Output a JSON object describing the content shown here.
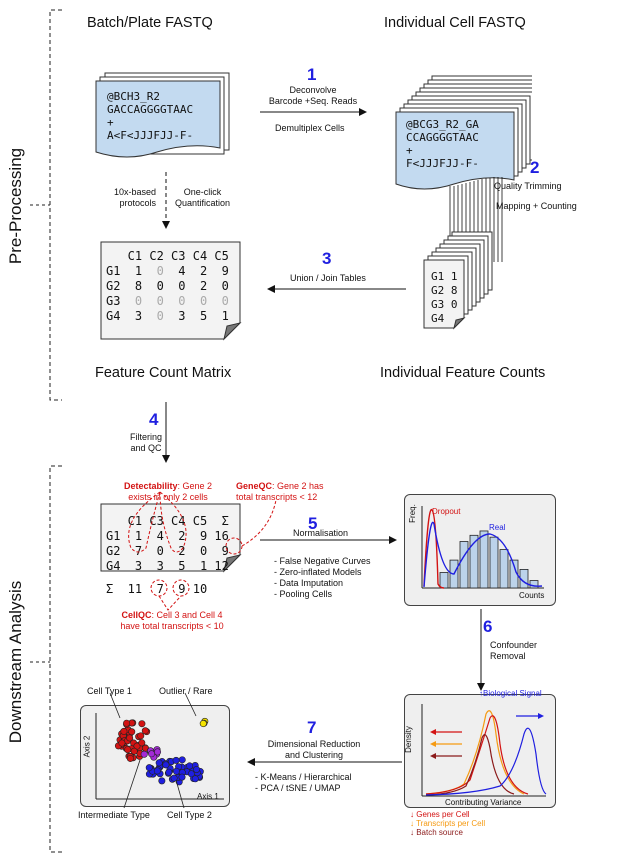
{
  "sections": {
    "preprocessing": "Pre-Processing",
    "downstream": "Downstream Analysis"
  },
  "titles": {
    "batch": "Batch/Plate FASTQ",
    "individual": "Individual Cell FASTQ",
    "feature_matrix": "Feature Count Matrix",
    "individual_counts": "Individual Feature Counts"
  },
  "batch_fastq": [
    "@BCH3_R2",
    "GACCAGGGGTAAC",
    "+",
    "A<F<JJJFJJ-F-"
  ],
  "cell_fastq": [
    "@BCG3_R2_GA",
    "CCAGGGGTAAC",
    "+",
    "F<JJJFJJ-F-"
  ],
  "steps": {
    "s1": {
      "num": "1",
      "line1": "Deconvolve",
      "line2": "Barcode +Seq. Reads",
      "line3": "Demultiplex Cells"
    },
    "s2": {
      "num": "2",
      "line1": "Quality Trimming",
      "line2": "Mapping + Counting"
    },
    "s3": {
      "num": "3",
      "line1": "Union / Join Tables"
    },
    "s4": {
      "num": "4",
      "line1": "Filtering",
      "line2": "and QC"
    },
    "s5": {
      "num": "5",
      "title": "Normalisation",
      "items": [
        "- False Negative Curves",
        "- Zero-inflated Models",
        "- Data Imputation",
        "- Pooling Cells"
      ]
    },
    "s6": {
      "num": "6",
      "line1": "Confounder",
      "line2": "Removal"
    },
    "s7": {
      "num": "7",
      "line1": "Dimensional Reduction",
      "line2": "and Clustering",
      "items": [
        "- K-Means / Hierarchical",
        "- PCA / tSNE / UMAP"
      ]
    }
  },
  "side_labels": {
    "tenx1": "10x-based",
    "tenx2": "protocols",
    "oneclick1": "One-click",
    "oneclick2": "Quantification"
  },
  "feature_matrix": {
    "header": [
      "",
      "C1",
      "C2",
      "C3",
      "C4",
      "C5"
    ],
    "rows": [
      [
        "G1",
        "1",
        "0",
        "4",
        "2",
        "9"
      ],
      [
        "G2",
        "8",
        "0",
        "0",
        "2",
        "0"
      ],
      [
        "G3",
        "0",
        "0",
        "0",
        "0",
        "0"
      ],
      [
        "G4",
        "3",
        "0",
        "3",
        "5",
        "1"
      ]
    ],
    "grey_cells": [
      "0-2",
      "2-1",
      "2-2",
      "2-3",
      "2-4",
      "2-5",
      "3-2"
    ]
  },
  "individual_counts": {
    "rows": [
      "G1 1",
      "G2 8",
      "G3 0",
      "G4"
    ]
  },
  "qc_matrix": {
    "header": [
      "",
      "C1",
      "C3",
      "C4",
      "C5",
      "Σ"
    ],
    "rows": [
      [
        "G1",
        "1",
        "4",
        "2",
        "9",
        "16"
      ],
      [
        "G2",
        "7",
        "0",
        "2",
        "0",
        "9"
      ],
      [
        "G4",
        "3",
        "3",
        "5",
        "1",
        "12"
      ]
    ],
    "sum_label": "Σ",
    "sums": [
      "11",
      "7",
      "9",
      "10"
    ]
  },
  "annotations": {
    "detect_bold": "Detectability",
    "detect_rest": ": Gene 2",
    "detect_line2": "exists in only 2 cells",
    "geneqc_bold": "GeneQC",
    "geneqc_rest": ": Gene 2 has",
    "geneqc_line2": "total transcripts < 12",
    "cellqc_bold": "CellQC",
    "cellqc_rest": ": Cell 3 and Cell 4",
    "cellqc_line2": "have total transcripts < 10"
  },
  "norm_chart": {
    "ylabel": "Freq.",
    "xlabel": "Counts",
    "dropout": "Dropout",
    "real": "Real",
    "bars": [
      0.25,
      0.45,
      0.75,
      0.85,
      0.92,
      0.82,
      0.62,
      0.45,
      0.3,
      0.12
    ]
  },
  "confounder_chart": {
    "title": "↑Biological Signal",
    "ylabel": "Density",
    "xlabel": "Contributing Variance"
  },
  "confounder_legend": [
    {
      "text": "↓ Genes per Cell",
      "color": "#d31313"
    },
    {
      "text": "↓ Transcripts per Cell",
      "color": "#f59a12"
    },
    {
      "text": "↓ Batch source",
      "color": "#8b1a1a"
    }
  ],
  "cluster_chart": {
    "xlabel": "Axis 1",
    "ylabel": "Axis 2"
  },
  "cluster_labels": {
    "type1": "Cell Type 1",
    "outlier": "Outlier / Rare",
    "intermediate": "Intermediate Type",
    "type2": "Cell Type 2"
  },
  "colors": {
    "blue": "#1f1fe0",
    "red": "#d31313",
    "orange": "#f59a12",
    "darkred": "#8b1a1a",
    "purple": "#a32ad6",
    "yellow": "#f5e400",
    "panel": "#efefef"
  }
}
